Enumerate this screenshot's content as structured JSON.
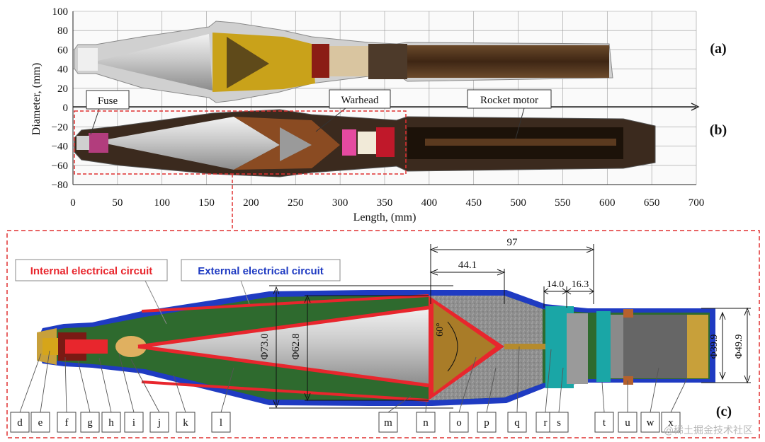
{
  "panel_labels": {
    "a": "(a)",
    "b": "(b)",
    "c": "(c)"
  },
  "plot": {
    "ylabel": "Diameter, (mm)",
    "xlabel": "Length, (mm)",
    "yticks": [
      "100",
      "80",
      "60",
      "40",
      "20",
      "0",
      "−20",
      "−40",
      "−60",
      "−80"
    ],
    "xticks": [
      "0",
      "50",
      "100",
      "150",
      "200",
      "250",
      "300",
      "350",
      "400",
      "450",
      "500",
      "550",
      "600",
      "650",
      "700"
    ]
  },
  "callouts": {
    "fuse": "Fuse",
    "warhead": "Warhead",
    "rocket_motor": "Rocket motor"
  },
  "circuits": {
    "internal": "Internal electrical circuit",
    "external": "External electrical circuit"
  },
  "dimensions": {
    "d97": "97",
    "d44": "44.1",
    "d14": "14.0",
    "d16": "16.3",
    "phi73": "Φ73.0",
    "phi628": "Φ62.8",
    "phi399": "Φ39.9",
    "phi499": "Φ49.9",
    "angle": "60°"
  },
  "part_labels": [
    "d",
    "e",
    "f",
    "g",
    "h",
    "i",
    "j",
    "k",
    "l",
    "m",
    "n",
    "o",
    "p",
    "q",
    "r",
    "s",
    "t",
    "u",
    "w",
    "x"
  ],
  "watermark": "@稀土掘金技术社区",
  "colors": {
    "callout_frame": "#e03030",
    "internal": "#e8262d",
    "external": "#1f3bc2",
    "liner": "#c8c8c8",
    "explosive": "#9a9a9a",
    "liner_fill": "#b58b2d"
  }
}
